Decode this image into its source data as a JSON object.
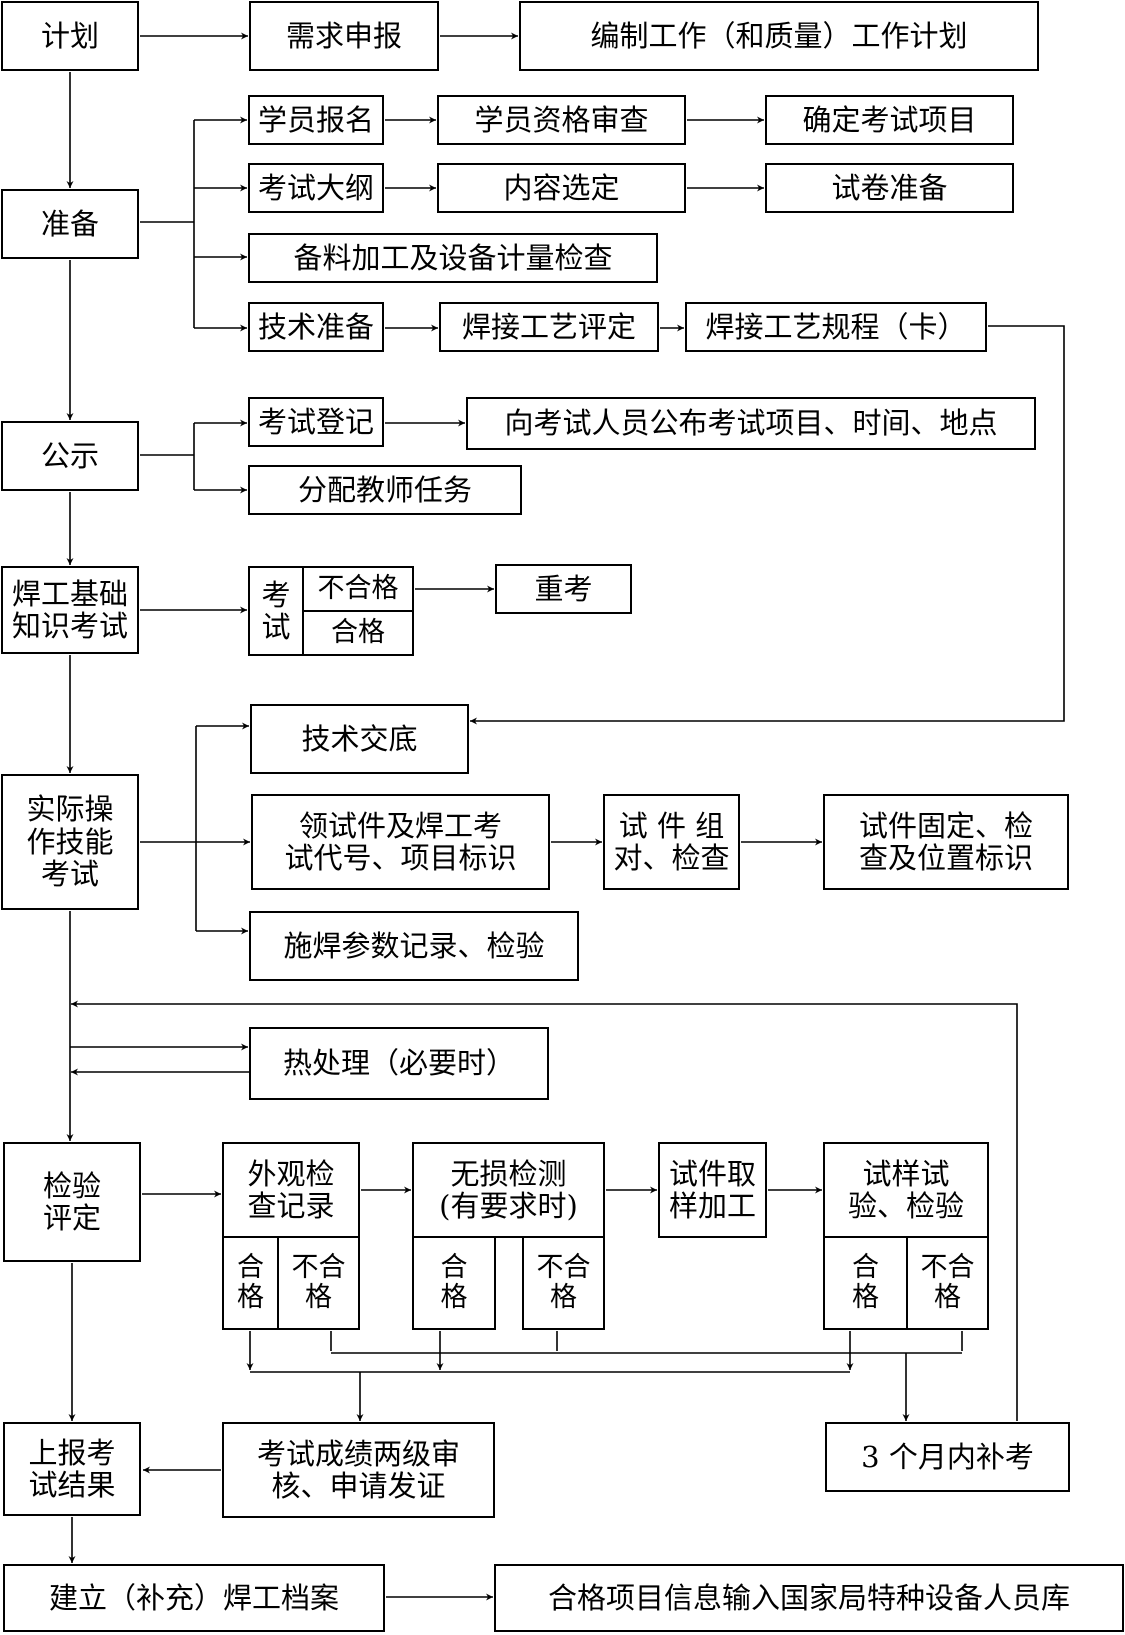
{
  "steps": {
    "plan": "计划",
    "prepare": "准备",
    "publicize": "公示",
    "basic_exam": "焊工基础\n知识考试",
    "practical_exam": "实际操\n作技能\n考试",
    "inspection": "检验\n评定",
    "report": "上报考\n试结果",
    "archive": "建立（补充）焊工档案"
  },
  "plan_branch": {
    "demand_report": "需求申报",
    "work_plan": "编制工作（和质量）工作计划"
  },
  "prepare_branch": {
    "student_signup": "学员报名",
    "qualification_review": "学员资格审查",
    "confirm_items": "确定考试项目",
    "syllabus": "考试大纲",
    "content_selection": "内容选定",
    "paper_prep": "试卷准备",
    "material_equipment": "备料加工及设备计量检查",
    "tech_prep": "技术准备",
    "welding_qualification": "焊接工艺评定",
    "welding_procedure": "焊接工艺规程（卡）"
  },
  "publicize_branch": {
    "exam_registration": "考试登记",
    "announce": "向考试人员公布考试项目、时间、地点",
    "assign_teachers": "分配教师任务"
  },
  "basic_exam_branch": {
    "exam": "考\n试",
    "fail": "不合格",
    "pass": "合格",
    "retest": "重考"
  },
  "practical_branch": {
    "tech_briefing": "技术交底",
    "collect_specimen": "领试件及焊工考\n试代号、项目标识",
    "assemble_check": "试 件 组\n对、检查",
    "fix_mark": "试件固定、检\n查及位置标识",
    "param_record": "施焊参数记录、检验"
  },
  "heat_treatment": "热处理（必要时）",
  "inspection_branch": {
    "visual": "外观检\n查记录",
    "ndt": "无损检测\n(有要求时)",
    "sampling": "试件取\n样加工",
    "specimen_test": "试样试\n验、检验",
    "pass": "合\n格",
    "fail": "不合\n格"
  },
  "result_review": "考试成绩两级审\n核、申请发证",
  "makeup_exam": "3 个月内补考",
  "database_entry": "合格项目信息输入国家局特种设备人员库",
  "colors": {
    "line": "#000000",
    "background": "#ffffff"
  }
}
